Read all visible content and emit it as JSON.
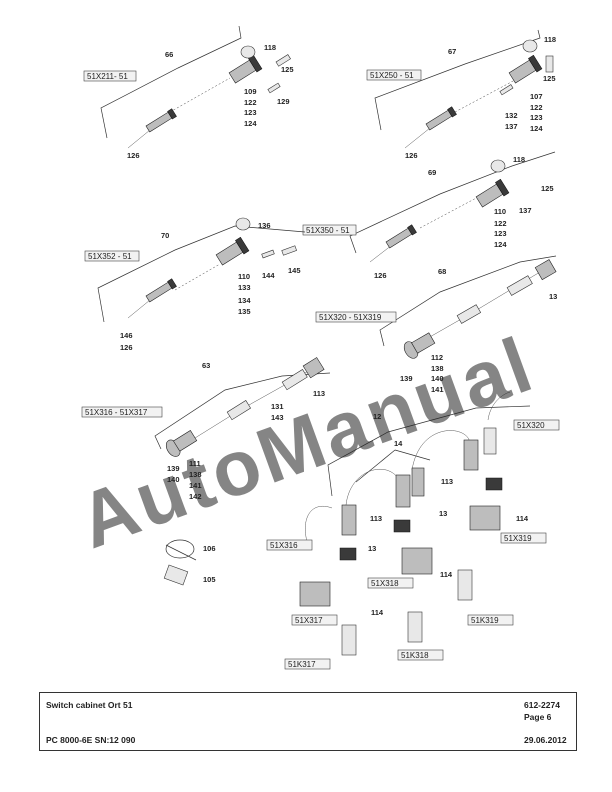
{
  "diagram": {
    "group_labels": [
      "66",
      "67",
      "69",
      "70",
      "68",
      "63",
      "12",
      "14"
    ],
    "connector_tags": [
      "51X211- 51",
      "51X250 - 51",
      "51X350 - 51",
      "51X352 - 51",
      "51X320 - 51X319",
      "51X316 - 51X317",
      "51X320",
      "51X316",
      "51X319",
      "51X318",
      "51X317",
      "51K319",
      "51K318",
      "51K317"
    ],
    "part_numbers": [
      "118",
      "125",
      "109",
      "122",
      "123",
      "124",
      "129",
      "126",
      "107",
      "132",
      "137",
      "110",
      "136",
      "133",
      "134",
      "135",
      "144",
      "145",
      "146",
      "13",
      "112",
      "138",
      "139",
      "140",
      "141",
      "142",
      "113",
      "131",
      "143",
      "111",
      "114",
      "106",
      "105"
    ]
  },
  "watermark": "AutoManual",
  "title_block": {
    "title": "Switch cabinet Ort 51",
    "part_number": "612-2274",
    "page": "Page 6",
    "model": "PC 8000-6E SN:12 090",
    "date": "29.06.2012"
  }
}
